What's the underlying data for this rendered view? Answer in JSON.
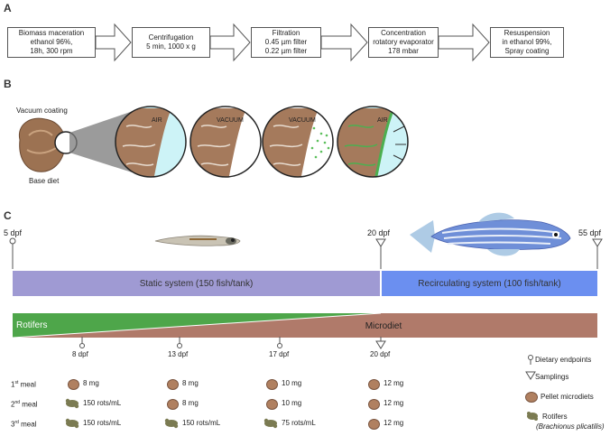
{
  "panels": {
    "a": "A",
    "b": "B",
    "c": "C"
  },
  "process_steps": [
    "Biomass maceration ethanol 96%, 18h, 300 rpm",
    "Centrifugation 5 min, 1000 x g",
    "Filtration 0.45 µm filter 0.22 µm filter",
    "Concentration rotatory evaporator 178 mbar",
    "Resuspension in ethanol 99%, Spray coating"
  ],
  "process_lines": [
    [
      "Biomass maceration",
      "ethanol 96%,",
      "18h, 300 rpm"
    ],
    [
      "Centrifugation",
      "5 min, 1000 x g"
    ],
    [
      "Filtration",
      "0.45 µm filter",
      "0.22 µm filter"
    ],
    [
      "Concentration",
      "rotatory evaporator",
      "178 mbar"
    ],
    [
      "Resuspension",
      "in ethanol 99%,",
      "Spray coating"
    ]
  ],
  "coating": {
    "vacuum_coating_label": "Vacuum coating",
    "base_diet_label": "Base diet",
    "circles": [
      "AIR",
      "VACUUM",
      "VACUUM",
      "AIR"
    ]
  },
  "timeline": {
    "start": "5 dpf",
    "mid": "20 dpf",
    "end": "55 dpf",
    "static_system": "Static system (150 fish/tank)",
    "recirculating_system": "Recirculating system (100 fish/tank)",
    "rotifers": "Rotifers",
    "microdiet": "Microdiet"
  },
  "feeding": {
    "days": [
      "8 dpf",
      "13 dpf",
      "17 dpf",
      "20 dpf"
    ],
    "meals": [
      {
        "label_num": "1",
        "label_sup": "st",
        "label_rest": " meal",
        "items": [
          {
            "type": "pellet",
            "text": "8 mg"
          },
          {
            "type": "pellet",
            "text": "8 mg"
          },
          {
            "type": "pellet",
            "text": "10 mg"
          },
          {
            "type": "pellet",
            "text": "12 mg"
          }
        ]
      },
      {
        "label_num": "2",
        "label_sup": "nd",
        "label_rest": " meal",
        "items": [
          {
            "type": "rotifer",
            "text": "150 rots/mL"
          },
          {
            "type": "pellet",
            "text": "8 mg"
          },
          {
            "type": "pellet",
            "text": "10 mg"
          },
          {
            "type": "pellet",
            "text": "12 mg"
          }
        ]
      },
      {
        "label_num": "3",
        "label_sup": "rd",
        "label_rest": " meal",
        "items": [
          {
            "type": "rotifer",
            "text": "150 rots/mL"
          },
          {
            "type": "rotifer",
            "text": "150 rots/mL"
          },
          {
            "type": "rotifer",
            "text": "75 rots/mL"
          },
          {
            "type": "pellet",
            "text": "12 mg"
          }
        ]
      }
    ]
  },
  "legend": {
    "dietary_endpoints": "Dietary endpoints",
    "samplings": "Samplings",
    "pellet_microdiets": "Pellet microdiets",
    "rotifers": "Rotifers",
    "rotifers_species": "(Brachionus plicatilis)"
  },
  "colors": {
    "static": "#9f9ad3",
    "recirc": "#6b8ff0",
    "rotifer_band": "#4ea64a",
    "microdiet_band": "#b07a6a",
    "air": "#cdf3f7"
  }
}
